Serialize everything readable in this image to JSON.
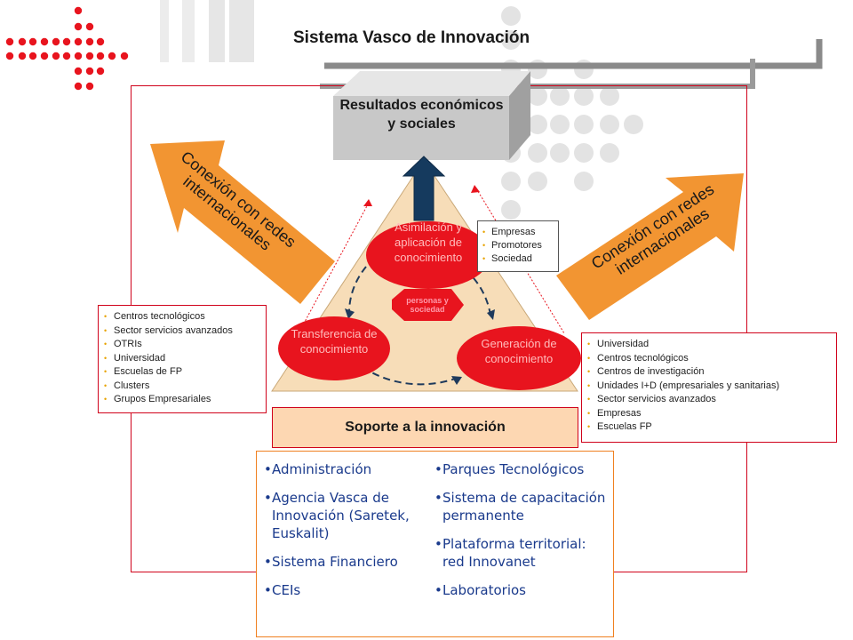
{
  "title": "Sistema Vasco de Innovación",
  "results_box": {
    "label": "Resultados económicos y sociales"
  },
  "cycle": {
    "top": "Asimilación y aplicación de conocimiento",
    "left": "Transferencia de conocimiento",
    "right": "Generación de conocimiento",
    "center": "personas y sociedad"
  },
  "arrows": {
    "left": "Conexión con redes internacionales",
    "right": "Conexión con redes internacionales"
  },
  "left_list": {
    "items": [
      "Centros tecnológicos",
      "Sector servicios avanzados",
      "OTRIs",
      "Universidad",
      "Escuelas de FP",
      "Clusters",
      "Grupos Empresariales"
    ]
  },
  "top_list": {
    "items": [
      "Empresas",
      "Promotores",
      "Sociedad"
    ]
  },
  "right_list": {
    "items": [
      "Universidad",
      "Centros tecnológicos",
      "Centros de investigación",
      "Unidades I+D (empresariales  y sanitarias)",
      "Sector servicios avanzados",
      "Empresas",
      "Escuelas FP"
    ]
  },
  "support": {
    "label": "Soporte a la innovación",
    "col1": [
      "Administración",
      "Agencia Vasca de Innovación (Saretek, Euskalit)",
      "Sistema Financiero",
      "CEIs"
    ],
    "col2": [
      "Parques Tecnológicos",
      "Sistema de capacitación permanente",
      "Plataforma territorial: red Innovanet",
      "Laboratorios"
    ]
  },
  "colors": {
    "accent_red": "#e8141e",
    "frame_red": "#d0021b",
    "arrow_orange": "#f29532",
    "triangle_fill": "#f7ddb8",
    "support_text": "#1a3a8c",
    "results_gray": "#c8c8c8",
    "up_arrow_navy": "#153a5e"
  }
}
